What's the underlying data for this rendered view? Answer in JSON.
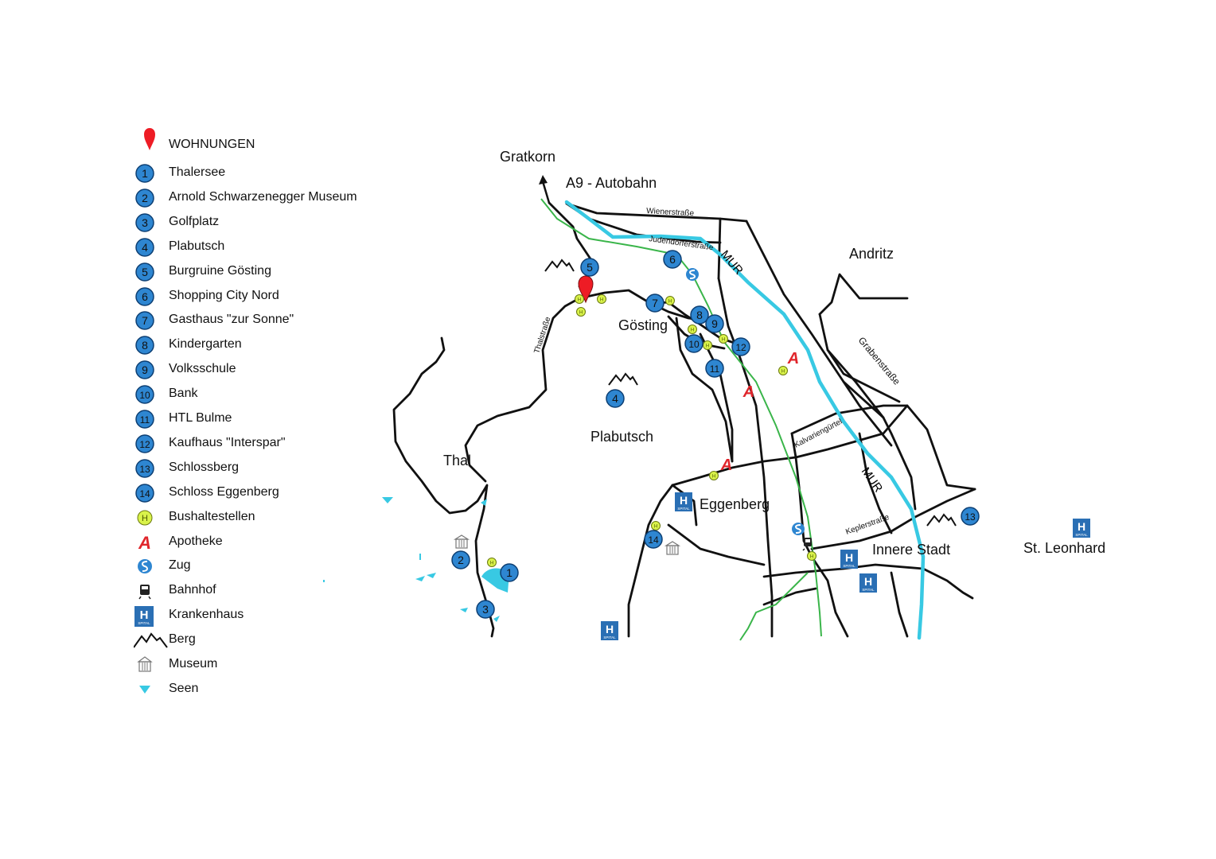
{
  "colors": {
    "river": "#38c9e3",
    "rail": "#3ab54a",
    "road": "#111111",
    "poi": "#2e86d1",
    "pin": "#ee1c25",
    "bus": "#d9f24a",
    "pharmacy": "#e0252b",
    "hospital": "#2a6fb4"
  },
  "legend": [
    {
      "symbol": "pin",
      "label": "WOHNUNGEN"
    },
    {
      "symbol": "poi",
      "number": "1",
      "label": "Thalersee"
    },
    {
      "symbol": "poi",
      "number": "2",
      "label": "Arnold Schwarzenegger Museum"
    },
    {
      "symbol": "poi",
      "number": "3",
      "label": "Golfplatz"
    },
    {
      "symbol": "poi",
      "number": "4",
      "label": "Plabutsch"
    },
    {
      "symbol": "poi",
      "number": "5",
      "label": "Burgruine Gösting"
    },
    {
      "symbol": "poi",
      "number": "6",
      "label": "Shopping City Nord"
    },
    {
      "symbol": "poi",
      "number": "7",
      "label": "Gasthaus \"zur Sonne\""
    },
    {
      "symbol": "poi",
      "number": "8",
      "label": "Kindergarten"
    },
    {
      "symbol": "poi",
      "number": "9",
      "label": "Volksschule"
    },
    {
      "symbol": "poi",
      "number": "10",
      "label": "Bank"
    },
    {
      "symbol": "poi",
      "number": "11",
      "label": "HTL Bulme"
    },
    {
      "symbol": "poi",
      "number": "12",
      "label": "Kaufhaus \"Interspar\""
    },
    {
      "symbol": "poi",
      "number": "13",
      "label": "Schlossberg"
    },
    {
      "symbol": "poi",
      "number": "14",
      "label": "Schloss Eggenberg"
    },
    {
      "symbol": "bus-stop-icon",
      "label": "Bushaltestellen"
    },
    {
      "symbol": "pharmacy-icon",
      "label": "Apotheke"
    },
    {
      "symbol": "train-icon",
      "label": "Zug"
    },
    {
      "symbol": "station-icon",
      "label": "Bahnhof"
    },
    {
      "symbol": "hospital-icon",
      "label": "Krankenhaus"
    },
    {
      "symbol": "mountain-icon",
      "label": "Berg"
    },
    {
      "symbol": "museum-icon",
      "label": "Museum"
    },
    {
      "symbol": "lake-icon",
      "label": "Seen"
    }
  ],
  "map": {
    "places": {
      "gratkorn": "Gratkorn",
      "autobahn": "A9 - Autobahn",
      "andritz": "Andritz",
      "goesting": "Gösting",
      "plabutsch": "Plabutsch",
      "thal": "Thal",
      "eggenberg": "Eggenberg",
      "innere_stadt": "Innere Stadt",
      "st_leonhard": "St. Leonhard"
    },
    "rivers": {
      "mur_north": "MUR",
      "mur_south": "MUR"
    },
    "streets": {
      "wienerstrasse": "Wienerstraße",
      "judendorferstrasse": "Judendorferstraße",
      "thalstrasse": "Thalstraße",
      "grabenstrasse": "Grabenstraße",
      "kalvarienguertel": "Kalvariengürtel",
      "keplerstrasse": "Keplerstraße"
    },
    "hospital_badge": {
      "letter": "H",
      "sub": "SPITAL"
    },
    "bus_letter": "H",
    "pharmacy_letter": "A",
    "poi_markers": [
      "1",
      "2",
      "3",
      "4",
      "5",
      "6",
      "7",
      "8",
      "9",
      "10",
      "11",
      "12",
      "13",
      "14"
    ]
  }
}
